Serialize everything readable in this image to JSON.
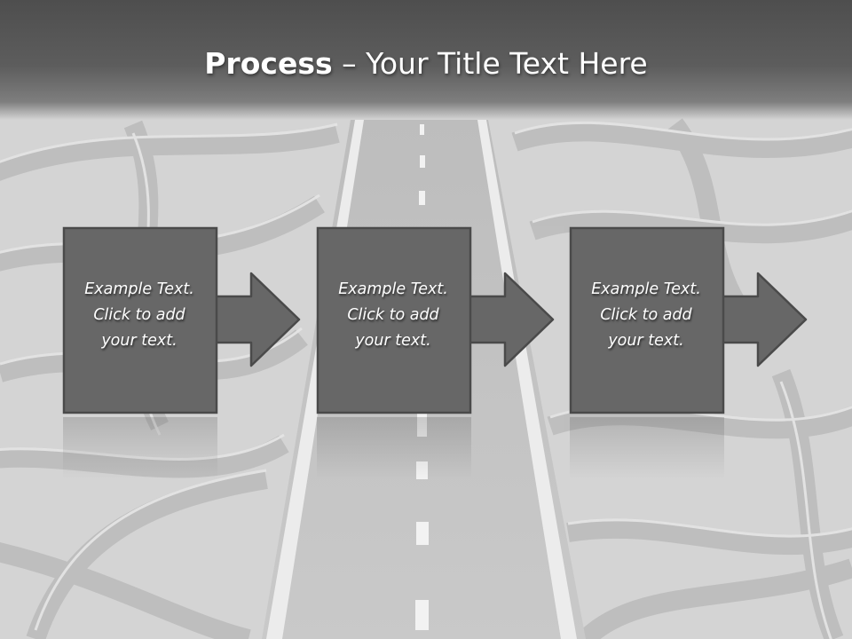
{
  "slide": {
    "title_bold": "Process",
    "title_rest": " – Your Title Text Here",
    "steps": [
      {
        "lines": [
          "Example Text.",
          "Click  to add",
          "your text."
        ]
      },
      {
        "lines": [
          "Example Text.",
          "Click  to add",
          "your text."
        ]
      },
      {
        "lines": [
          "Example Text.",
          "Click  to add",
          "your text."
        ]
      }
    ]
  },
  "colors": {
    "header": "#5a5a5a",
    "box_fill": "#676767",
    "box_border": "#4a4a4a",
    "background": "#d2d2d2",
    "text": "#ffffff"
  },
  "icons": {
    "arrow": "right-arrow-icon"
  }
}
